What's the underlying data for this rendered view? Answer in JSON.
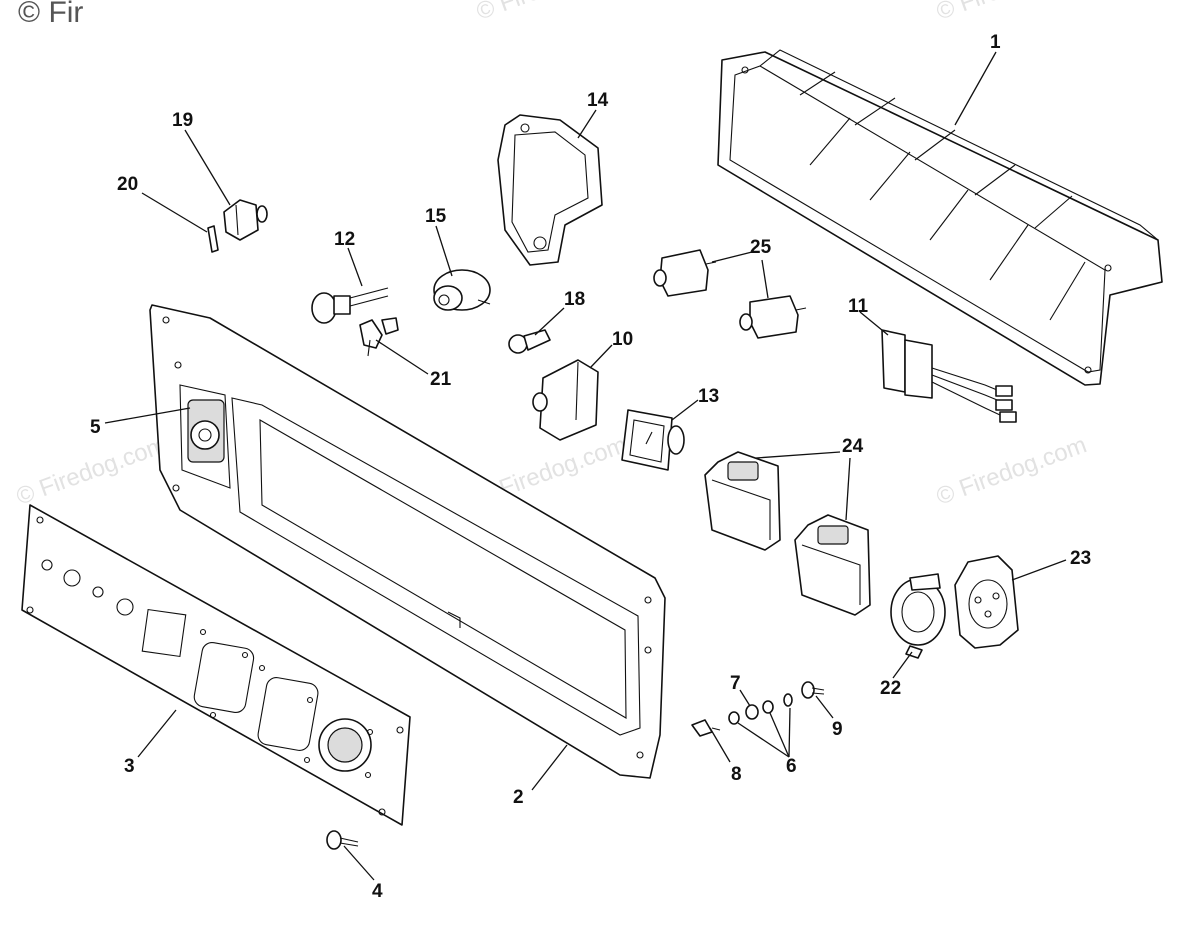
{
  "watermark": {
    "corner_text": "© Fir",
    "text": "© Firedog.com",
    "color": "#dddddd"
  },
  "colors": {
    "line": "#111111",
    "background": "#ffffff"
  },
  "callouts": [
    {
      "id": "1",
      "label": "1"
    },
    {
      "id": "2",
      "label": "2"
    },
    {
      "id": "3",
      "label": "3"
    },
    {
      "id": "4",
      "label": "4"
    },
    {
      "id": "5",
      "label": "5"
    },
    {
      "id": "6",
      "label": "6"
    },
    {
      "id": "7",
      "label": "7"
    },
    {
      "id": "8",
      "label": "8"
    },
    {
      "id": "9",
      "label": "9"
    },
    {
      "id": "10",
      "label": "10"
    },
    {
      "id": "11",
      "label": "11"
    },
    {
      "id": "12",
      "label": "12"
    },
    {
      "id": "13",
      "label": "13"
    },
    {
      "id": "14",
      "label": "14"
    },
    {
      "id": "15",
      "label": "15"
    },
    {
      "id": "18",
      "label": "18"
    },
    {
      "id": "19",
      "label": "19"
    },
    {
      "id": "20",
      "label": "20"
    },
    {
      "id": "21",
      "label": "21"
    },
    {
      "id": "22",
      "label": "22"
    },
    {
      "id": "23",
      "label": "23"
    },
    {
      "id": "24",
      "label": "24"
    },
    {
      "id": "25",
      "label": "25"
    }
  ]
}
